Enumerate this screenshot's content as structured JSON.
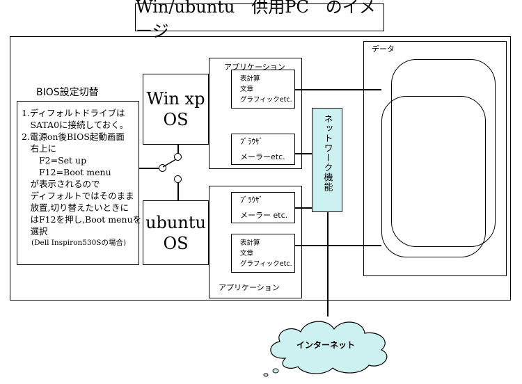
{
  "title": "Win/ubuntu　供用PC　のイメージ",
  "bios": {
    "heading": "BIOS設定切替",
    "lines": [
      "1.ディフォルトドライブは",
      "　SATA0に接続しておく。",
      "2.電源on後BIOS起動画面",
      "　右上に",
      "　　F2=Set up",
      "　　F12=Boot menu",
      "　が表示されるので",
      "　ディフォルトではそのまま",
      "　放置,切り替えたいときに",
      "　はF12を押し,Boot menuを",
      "　選択"
    ],
    "note": "(Dell Inspiron530Sの場合)"
  },
  "win_os": {
    "line1": "Win xp",
    "line2": "OS"
  },
  "ubuntu_os": {
    "line1": "ubuntu",
    "line2": "OS"
  },
  "win_apps": {
    "label": "アプリケーション",
    "office": [
      "表計算",
      "文章",
      "グラフィックetc."
    ],
    "browser": [
      "ﾌﾞﾗｳｻﾞ",
      "メーラーetc."
    ]
  },
  "ubuntu_apps": {
    "label": "アプリケーション",
    "browser": [
      "ﾌﾞﾗｳｻﾞ",
      "メーラー etc."
    ],
    "office": [
      "表計算",
      "文章",
      "グラフィックetc."
    ]
  },
  "network": {
    "label": "ネットワーク機能"
  },
  "data": {
    "label": "データ"
  },
  "internet": {
    "label": "インターネット"
  }
}
